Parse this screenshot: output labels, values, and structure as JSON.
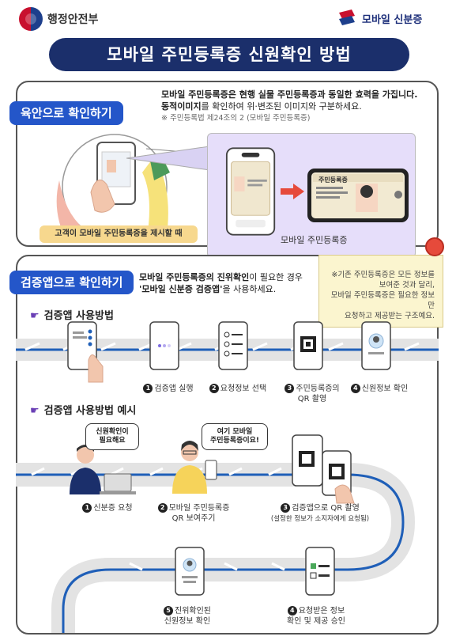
{
  "header": {
    "org_name": "행정안전부",
    "brand_name": "모바일 신분증",
    "gov_logo_icon": "taegeuk-emblem-icon",
    "brand_logo_icon": "mobile-id-logo-icon"
  },
  "title": "모바일 주민등록증 신원확인 방법",
  "section1": {
    "tag": "육안으로 확인하기",
    "line1": "모바일 주민등록증은 현행 실물 주민등록증과 동일한 효력을 가집니다.",
    "line2_bold": "동적이미지",
    "line2_rest": "를 확인하여 위·변조된 이미지와 구분하세요.",
    "note": "※ 주민등록법 제24조의 2 (모바일 주민등록증)",
    "caption": "고객이 모바일 주민등록증을 제시할 때",
    "card_title": "주민등록증",
    "card_label": "모바일 주민등록증"
  },
  "sticky_note": {
    "line1": "※기존 주민등록증은 모든 정보를",
    "line2": "보여준 것과 달리,",
    "line3": "모바일 주민등록증은 필요한 정보만",
    "line4": "요청하고 제공받는 구조예요."
  },
  "section2": {
    "tag": "검증앱으로 확인하기",
    "line1_bold": "모바일 주민등록증의 진위확인",
    "line1_rest": "이 필요한 경우",
    "line2_bold": "'모바일 신분증 검증앱'",
    "line2_rest": "을 사용하세요.",
    "usage_title": "검증앱 사용방법",
    "example_title": "검증앱 사용방법 예시",
    "steps": [
      {
        "num": "1",
        "label": "검증앱 실행"
      },
      {
        "num": "2",
        "label": "요청정보 선택"
      },
      {
        "num": "3",
        "label": "주민등록증의",
        "label2": "QR 촬영"
      },
      {
        "num": "4",
        "label": "신원정보 확인"
      }
    ],
    "examples": [
      {
        "num": "1",
        "label": "신분증 요청"
      },
      {
        "num": "2",
        "label": "모바일 주민등록증",
        "label2": "QR 보여주기"
      },
      {
        "num": "3",
        "label": "검증앱으로 QR 촬영",
        "label2": "(설정한 정보가 소지자에게 요청됨)"
      },
      {
        "num": "4",
        "label": "요청받은 정보",
        "label2": "확인 및 제공 승인"
      },
      {
        "num": "5",
        "label": "진위확인된",
        "label2": "신원정보 확인"
      }
    ],
    "bubble1": {
      "line1": "신원확인이",
      "line2": "필요해요"
    },
    "bubble2": {
      "line1": "여기 모바일",
      "line2": "주민등록증이요!"
    }
  },
  "colors": {
    "navy": "#1b2f6b",
    "blue_tag": "#2456c9",
    "lavender": "#e6defa",
    "sticky": "#fbf5cf",
    "pin": "#e64a3b",
    "caption": "#f7d88e"
  }
}
